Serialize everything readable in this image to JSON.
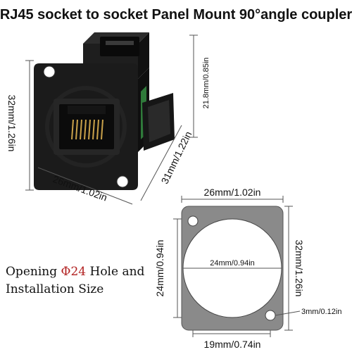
{
  "title": "RJ45 socket to socket Panel Mount 90°angle coupler",
  "dimensions": {
    "height_left": "32mm/1.26in",
    "depth_top": "21.8mm/0.85in",
    "length_side": "31mm/1.22in",
    "width_bottom": "26mm/1.02in",
    "plate_width_top": "26mm/1.02in",
    "plate_height_right": "32mm/1.26in",
    "hole_diameter": "24mm/0.94in",
    "hole_height_left": "24mm/0.94in",
    "mount_hole": "3mm/0.12in",
    "hole_spacing_bottom": "19mm/0.74in"
  },
  "note": {
    "line1_before": "Opening ",
    "line1_highlight": "Φ24",
    "line1_after": " Hole and",
    "line2": "Installation Size"
  },
  "colors": {
    "plate_fill": "#8a8a8a",
    "coupler_body": "#1b1b1b",
    "pcb_green": "#2f7a3a"
  }
}
